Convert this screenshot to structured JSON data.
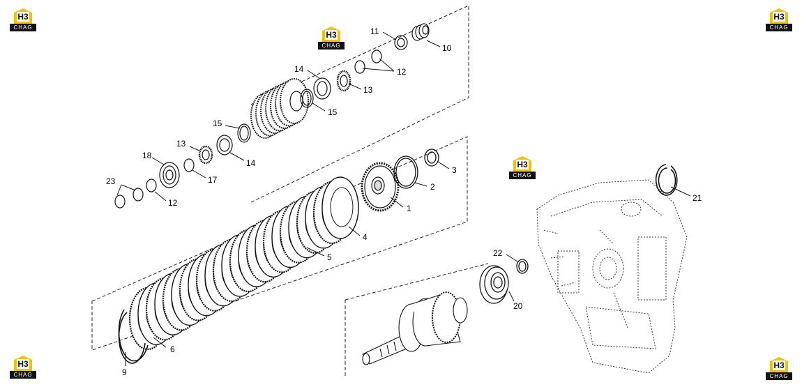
{
  "brand": {
    "mark": "H3",
    "word": "CHAG"
  },
  "callouts": [
    {
      "id": "1",
      "label": "1"
    },
    {
      "id": "2",
      "label": "2"
    },
    {
      "id": "3",
      "label": "3"
    },
    {
      "id": "4",
      "label": "4"
    },
    {
      "id": "5",
      "label": "5"
    },
    {
      "id": "6",
      "label": "6"
    },
    {
      "id": "9",
      "label": "9"
    },
    {
      "id": "10",
      "label": "10"
    },
    {
      "id": "11",
      "label": "11"
    },
    {
      "id": "12a",
      "label": "12"
    },
    {
      "id": "12b",
      "label": "12"
    },
    {
      "id": "13a",
      "label": "13"
    },
    {
      "id": "13b",
      "label": "13"
    },
    {
      "id": "14a",
      "label": "14"
    },
    {
      "id": "14b",
      "label": "14"
    },
    {
      "id": "15a",
      "label": "15"
    },
    {
      "id": "15b",
      "label": "15"
    },
    {
      "id": "17",
      "label": "17"
    },
    {
      "id": "18",
      "label": "18"
    },
    {
      "id": "20",
      "label": "20"
    },
    {
      "id": "21",
      "label": "21"
    },
    {
      "id": "22",
      "label": "22"
    },
    {
      "id": "23",
      "label": "23"
    }
  ]
}
